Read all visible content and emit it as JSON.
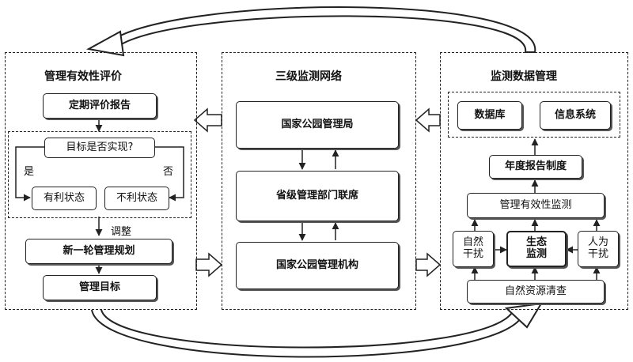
{
  "panels": {
    "left": {
      "title": "管理有效性评价",
      "report": "定期评价报告",
      "question": "目标是否实现?",
      "yes": "是",
      "no": "否",
      "favorable": "有利状态",
      "unfavorable": "不利状态",
      "adjust": "调整",
      "new_plan": "新一轮管理规划",
      "goal": "管理目标"
    },
    "middle": {
      "title": "三级监测网络",
      "national": "国家公园管理局",
      "provincial": "省级管理部门联席",
      "agency": "国家公园管理机构"
    },
    "right": {
      "title": "监测数据管理",
      "database": "数据库",
      "info_system": "信息系统",
      "annual_report": "年度报告制度",
      "effectiveness": "管理有效性监测",
      "natural_disturbance": "自然\n干扰",
      "eco_monitor": "生态\n监测",
      "human_disturbance": "人为\n干扰",
      "inventory": "自然资源清查"
    }
  }
}
